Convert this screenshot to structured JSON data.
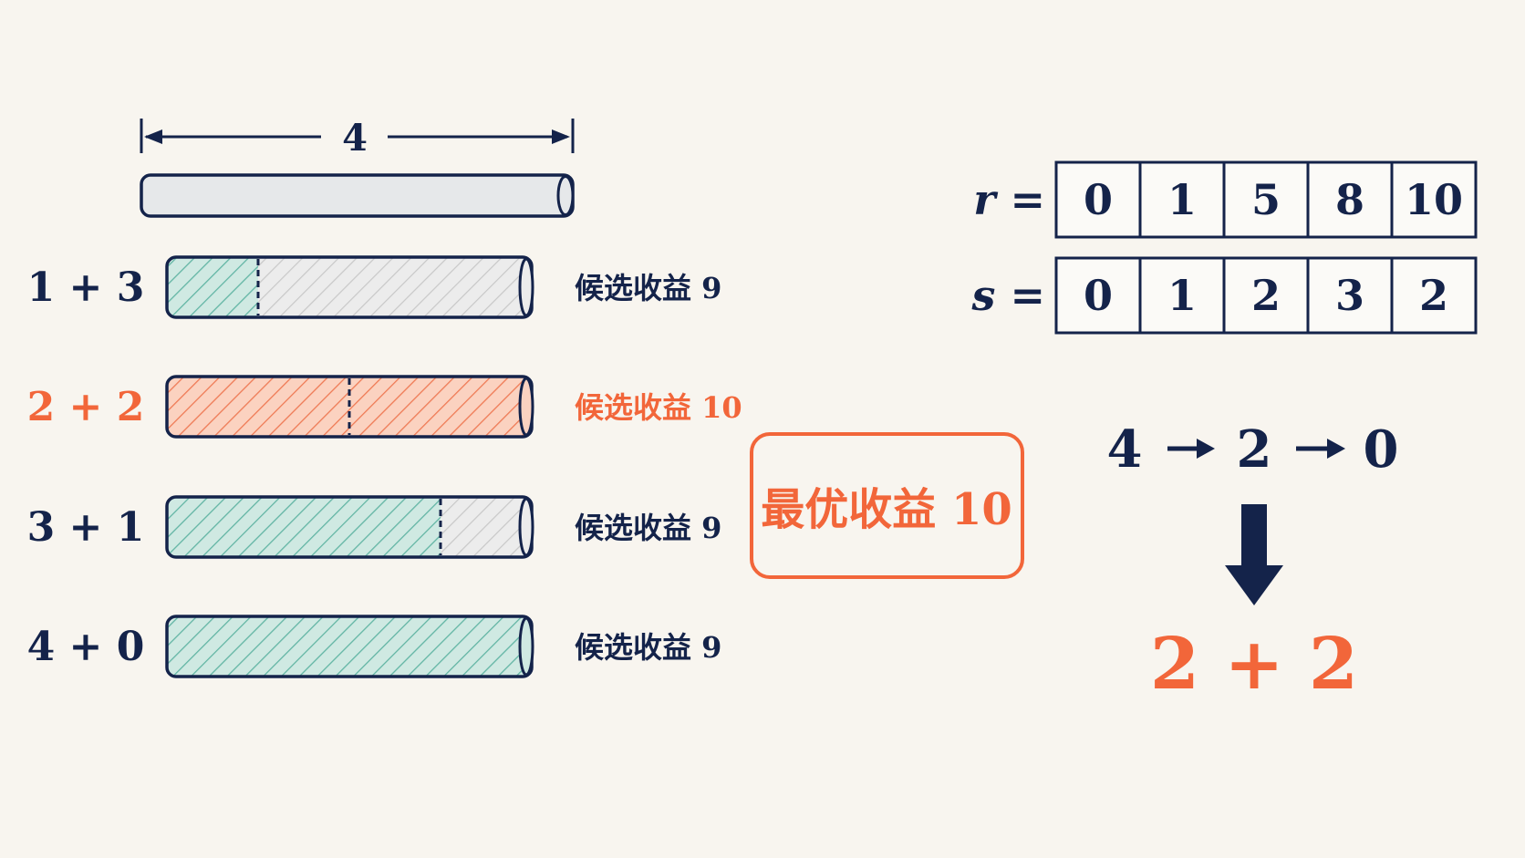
{
  "rod": {
    "length_label": "4"
  },
  "cuts": [
    {
      "label": "1 + 3",
      "first_piece": 1,
      "revenue_text": "候选收益 9",
      "highlight": false
    },
    {
      "label": "2 + 2",
      "first_piece": 2,
      "revenue_text": "候选收益 10",
      "highlight": true
    },
    {
      "label": "3 + 1",
      "first_piece": 3,
      "revenue_text": "候选收益 9",
      "highlight": false
    },
    {
      "label": "4 + 0",
      "first_piece": 4,
      "revenue_text": "候选收益 9",
      "highlight": false
    }
  ],
  "best_box": {
    "text": "最优收益 10"
  },
  "tables": [
    {
      "label": "r =",
      "values": [
        "0",
        "1",
        "5",
        "8",
        "10"
      ]
    },
    {
      "label": "s =",
      "values": [
        "0",
        "1",
        "2",
        "3",
        "2"
      ]
    }
  ],
  "chain": [
    "4",
    "2",
    "0"
  ],
  "result": "2 + 2",
  "colors": {
    "ink": "#14234a",
    "accent": "#f2663a",
    "teal_fill": "#cfe9e2",
    "teal_hatch": "#62b5a4",
    "coral_fill": "#fbd2c0",
    "coral_hatch": "#ef7a55",
    "gray_fill": "#eaeaea",
    "gray_hatch": "#c4c4c4"
  }
}
